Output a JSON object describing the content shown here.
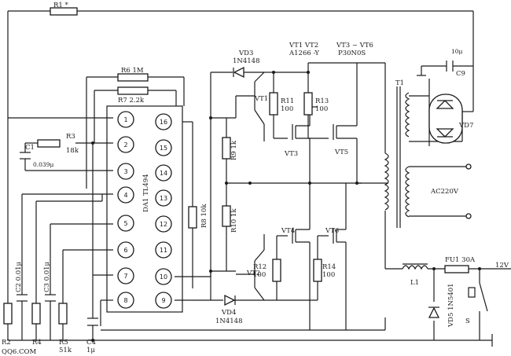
{
  "ic": {
    "name": "DA1 TL494",
    "left_pins": [
      "1",
      "2",
      "3",
      "4",
      "5",
      "6",
      "7",
      "8"
    ],
    "right_pins": [
      "16",
      "15",
      "14",
      "13",
      "12",
      "11",
      "10",
      "9"
    ]
  },
  "labels": {
    "r1": "R1 *",
    "r6": "R6 1M",
    "r7": "R7 2.2k",
    "r3": "R3",
    "r3_val": "18k",
    "c1": "C1",
    "c1_val": "0.039μ",
    "r8": "R8 10k",
    "c2": "C2 0.01μ",
    "c3": "C3 0.01μ",
    "r2": "R2",
    "r4": "R4",
    "r5": "R5",
    "r5_val": "51k",
    "c4": "C4",
    "c4_val": "1μ",
    "vd3": "VD3",
    "vd3_type": "1N4148",
    "vd4": "VD4",
    "vd4_type": "1N4148",
    "vt1": "VT1",
    "vt2": "VT2",
    "vt1_vt2": "VT1  VT2",
    "vt1_vt2_type": "A1266 -Y",
    "vt3_vt6": "VT3 ~ VT6",
    "vt3_vt6_type": "P30N0S",
    "r9": "R9 1k",
    "r10": "R10 1k",
    "r11": "R11",
    "r11_val": "100",
    "r12": "R12",
    "r12_val": "100",
    "r13": "R13",
    "r13_val": "100",
    "r14": "R14",
    "r14_val": "100",
    "vt3": "VT3",
    "vt4": "VT4",
    "vt5": "VT5",
    "vt6": "VT6",
    "c9_val": "10μ",
    "c9": "C9",
    "t1": "T1",
    "vd7": "VD7",
    "ac": "AC220V",
    "l1": "L1",
    "fu1": "FU1 30A",
    "v12": "12V",
    "vd5": "VD5 1N5401",
    "s": "S",
    "watermark": "QQ6.COM"
  }
}
